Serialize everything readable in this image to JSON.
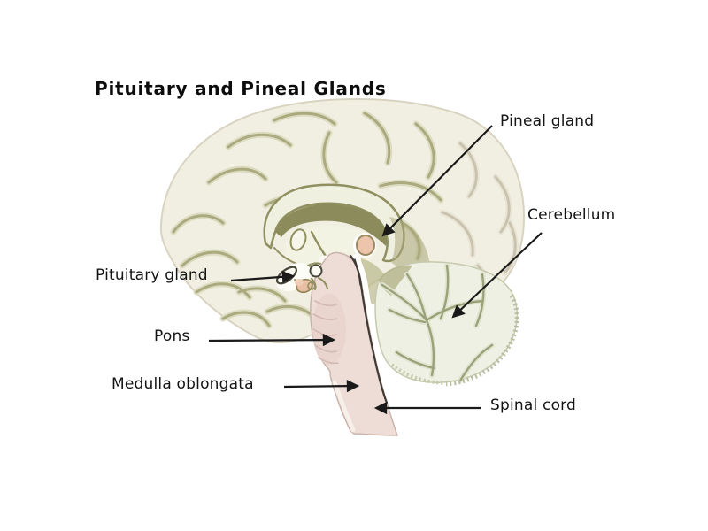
{
  "title": "Pituitary and Pineal Glands",
  "diagram": {
    "type": "anatomical-line-diagram",
    "depicts": "Human brain, midsagittal section, with endocrine glands and brainstem structures labeled"
  },
  "labels": [
    {
      "id": "pineal-gland",
      "text": "Pineal gland"
    },
    {
      "id": "cerebellum",
      "text": "Cerebellum"
    },
    {
      "id": "pituitary-gland",
      "text": "Pituitary gland"
    },
    {
      "id": "pons",
      "text": "Pons"
    },
    {
      "id": "medulla-oblongata",
      "text": "Medulla oblongata"
    },
    {
      "id": "spinal-cord",
      "text": "Spinal cord"
    }
  ],
  "colors": {
    "background": "#ffffff",
    "title_text": "#0d0d0d",
    "label_text": "#141414",
    "arrow": "#1a1a1a",
    "cortex_fill": "#f0efe1",
    "sulci_olive": "#a8a87c",
    "sulci_gray": "#c9c3ae",
    "deep_olive": "#8b8b5c",
    "gland_pink": "#e9bfa4",
    "brainstem_pink": "#edddd6",
    "cerebellum_fill": "#eef0e3",
    "arbor_vitae": "#99a278"
  }
}
